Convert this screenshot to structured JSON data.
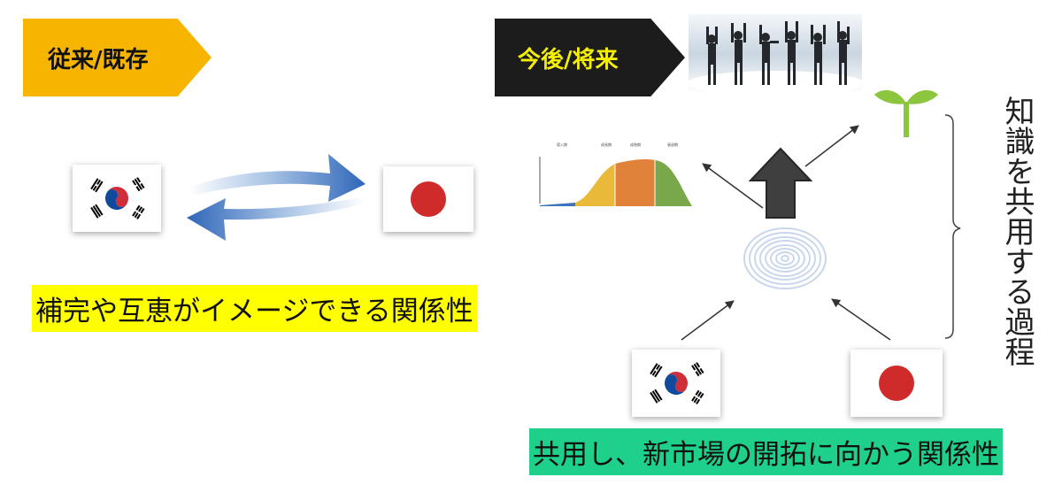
{
  "labels": {
    "past": "従来/既存",
    "future": "今後/将来"
  },
  "captions": {
    "left": "補完や互恵がイメージできる関係性",
    "right": "共用し、新市場の開拓に向かう関係性"
  },
  "side_text": "知識を共用する過程",
  "mini_chart": {
    "phases": [
      "導入期",
      "成長期",
      "成熟期",
      "衰退期"
    ],
    "phase_colors": [
      "#3a73c0",
      "#e9b93a",
      "#e0823a",
      "#79a84a"
    ]
  },
  "colors": {
    "past_tag": "#f7b400",
    "future_tag": "#1c1c1c",
    "future_tag_text": "#f4ef00",
    "left_caption_bg": "#ffff00",
    "right_caption_bg": "#1fd08a",
    "exchange_arrow": "#3b73c4",
    "up_arrow": "#3f3f3f"
  },
  "icons": {
    "korea_flag": "korea-flag-icon",
    "japan_flag": "japan-flag-icon",
    "sprout": "sprout-icon",
    "people": "celebrating-people-image",
    "spiral": "spiral-icon"
  }
}
